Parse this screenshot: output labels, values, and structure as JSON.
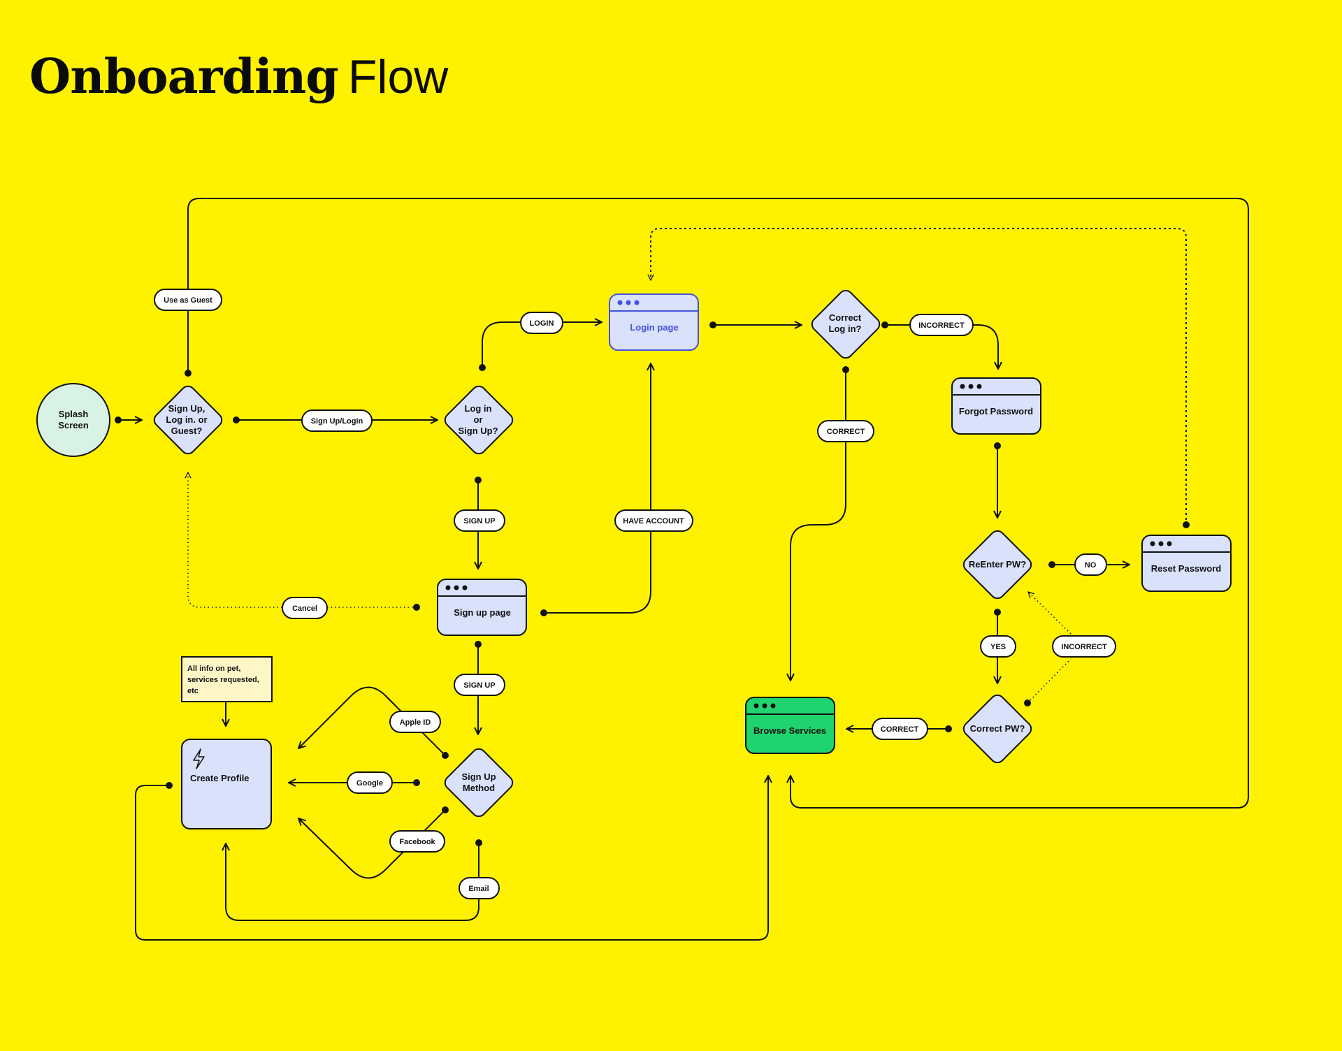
{
  "title": {
    "bold": "Onboarding",
    "light": "Flow"
  },
  "colors": {
    "background": "#fff200",
    "node": "#d9e1fb",
    "start": "#d8f3e6",
    "highlight": "#1fd36f",
    "login_accent": "#4452dc",
    "note": "#fff6c8"
  },
  "nodes": {
    "splash": [
      "Splash",
      "Screen"
    ],
    "choose": [
      "Sign Up,",
      "Log in. or",
      "Guest?"
    ],
    "login_or_signup": [
      "Log in",
      "or",
      "Sign Up?"
    ],
    "login_page": "Login page",
    "correct_login": [
      "Correct",
      "Log in?"
    ],
    "forgot_password": "Forgot Password",
    "reenter_pw": "ReEnter PW?",
    "reset_password": "Reset Password",
    "correct_pw": "Correct PW?",
    "browse_services": "Browse Services",
    "signup_page": "Sign up page",
    "signup_method": [
      "Sign Up",
      "Method"
    ],
    "create_profile": "Create Profile",
    "note": [
      "All info on pet,",
      "services requested,",
      "etc"
    ]
  },
  "labels": {
    "use_as_guest": "Use as Guest",
    "signup_login": "Sign Up/Login",
    "login": "LOGIN",
    "incorrect": "INCORRECT",
    "correct": "CORRECT",
    "sign_up": "SIGN UP",
    "have_account": "HAVE ACCOUNT",
    "cancel": "Cancel",
    "sign_up_2": "SIGN UP",
    "apple_id": "Apple ID",
    "google": "Google",
    "facebook": "Facebook",
    "email": "Email",
    "no": "NO",
    "yes": "YES",
    "incorrect_2": "INCORRECT",
    "correct_2": "CORRECT"
  }
}
